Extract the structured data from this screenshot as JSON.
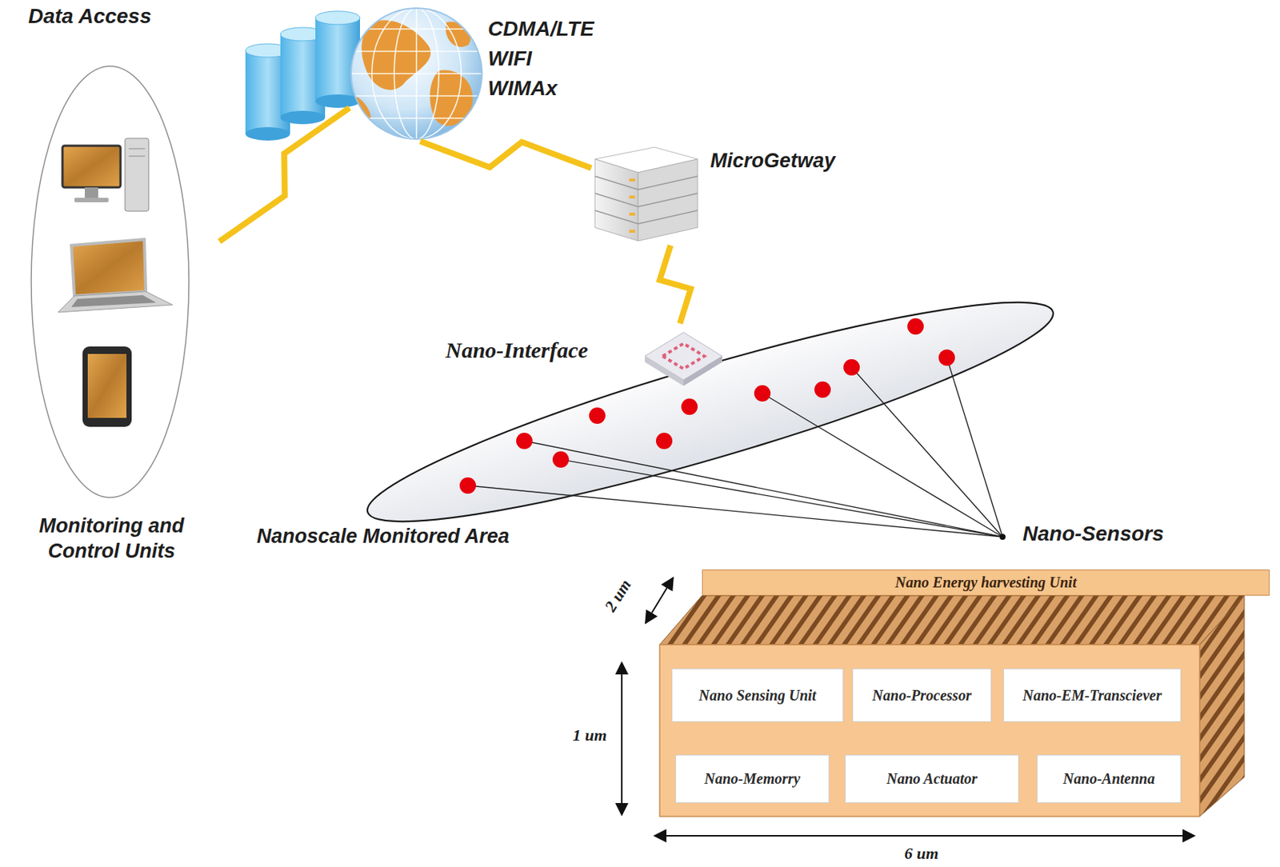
{
  "diagram": {
    "nodes": [
      {
        "text": [
          "Monitoring and Control Units"
        ]
      },
      {
        "text": [
          "CDMA/LTE",
          "WIFI",
          "WIMAx"
        ]
      },
      {
        "text": [
          "MicroGetway"
        ]
      },
      {
        "text": [
          "Nano-Interface"
        ]
      },
      {
        "text": [
          "Nanoscale Monitored Area"
        ]
      },
      {
        "text": [
          "Nano Energy harvesting Unit"
        ]
      },
      {
        "text": [
          "Nano Sensing Unit"
        ]
      },
      {
        "text": [
          "Nano-Processor"
        ]
      },
      {
        "text": [
          "Nano-EM-Transciever"
        ]
      },
      {
        "text": [
          "Nano-Memorry"
        ]
      },
      {
        "text": [
          "Nano Actuator"
        ]
      },
      {
        "text": [
          "Nano-Antenna"
        ]
      }
    ],
    "edges": [
      {
        "from": 0,
        "to": 1,
        "arrow": "none"
      },
      {
        "from": 1,
        "to": 2,
        "arrow": "none"
      },
      {
        "from": 2,
        "to": 3,
        "arrow": "none"
      }
    ],
    "labels": [
      "Data Access",
      "Nano-Sensors",
      "2 um",
      "1 um",
      "6 um"
    ]
  }
}
